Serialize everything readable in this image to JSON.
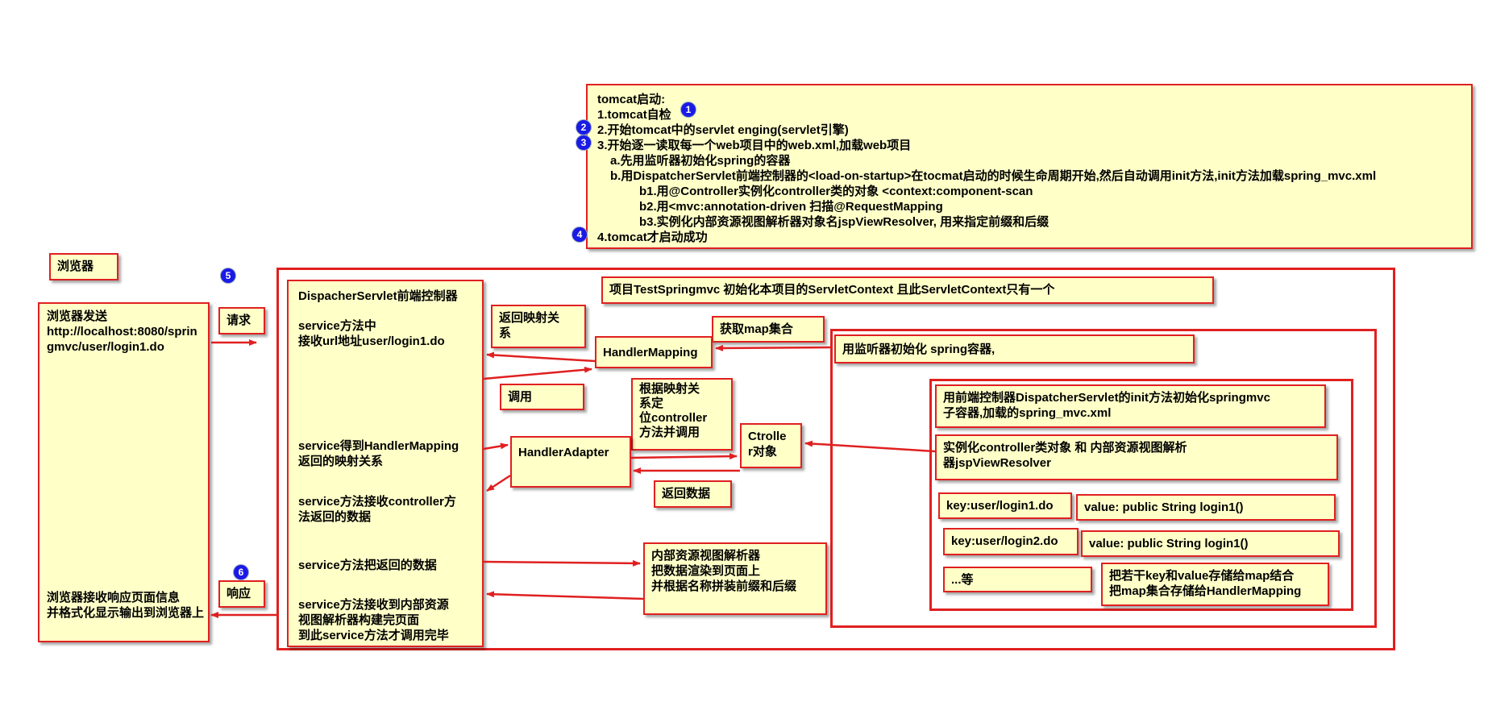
{
  "tomcat_panel": {
    "lines": [
      "tomcat启动:",
      "1.tomcat自检",
      "2.开始tomcat中的servlet enging(servlet引擎)",
      "3.开始逐一读取每一个web项目中的web.xml,加载web项目",
      "a.先用监听器初始化spring的容器",
      "b.用DispatcherServlet前端控制器的<load-on-startup>在tocmat启动的时候生命周期开始,然后自动调用init方法,init方法加载spring_mvc.xml",
      "b1.用@Controller实例化controller类的对象  <context:component-scan",
      "b2.用<mvc:annotation-driven  扫描@RequestMapping",
      "b3.实例化内部资源视图解析器对象名jspViewResolver, 用来指定前缀和后缀",
      "4.tomcat才启动成功"
    ]
  },
  "badges": {
    "b1": "1",
    "b2": "2",
    "b3": "3",
    "b4": "4",
    "b5": "5",
    "b6": "6"
  },
  "browser": {
    "title": "浏览器",
    "send": "浏览器发送\nhttp://localhost:8080/springmvc/user/login1.do",
    "receive": "浏览器接收响应页面信息\n并格式化显示输出到浏览器上",
    "request_label": "请求",
    "response_label": "响应"
  },
  "dispatcher": {
    "title": "DispacherServlet前端控制器",
    "step1": "service方法中\n接收url地址user/login1.do",
    "step2": "service得到HandlerMapping\n返回的映射关系",
    "step3": "service方法接收controller方\n法返回的数据",
    "step4": "service方法把返回的数据",
    "step5": "service方法接收到内部资源\n视图解析器构建完页面\n到此service方法才调用完毕"
  },
  "middle": {
    "return_mapping": "返回映射关\n系",
    "handler_mapping": "HandlerMapping",
    "get_map": "获取map集合",
    "invoke": "调用",
    "locate_controller": "根据映射关\n系定\n位controller\n方法并调用",
    "handler_adapter": "HandlerAdapter",
    "controller_object": "Ctrolle\nr对象",
    "return_data": "返回数据",
    "view_resolver": "内部资源视图解析器\n把数据渲染到页面上\n并根据名称拼装前缀和后缀"
  },
  "context": {
    "project_note": "项目TestSpringmvc    初始化本项目的ServletContext  且此ServletContext只有一个",
    "listener": "用监听器初始化 spring容器,",
    "init_child": "用前端控制器DispatcherServlet的init方法初始化springmvc\n子容器,加载的spring_mvc.xml",
    "instantiate": "实例化controller类对象    和     内部资源视图解析\n器jspViewResolver",
    "key1": "key:user/login1.do",
    "value1": "value:     public String login1()",
    "key2": "key:user/login2.do",
    "value2": "value:     public String login1()",
    "etc": "...等",
    "map_note": "把若干key和value存储给map结合\n把map集合存储给HandlerMapping"
  },
  "colors": {
    "fill": "#ffffc8",
    "border": "#e02020",
    "badge": "#1a1ae6"
  }
}
